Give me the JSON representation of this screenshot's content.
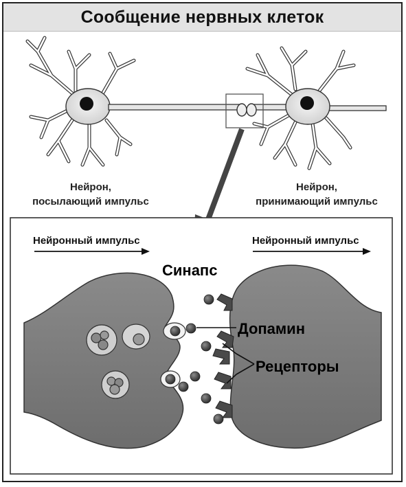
{
  "title": "Сообщение нервных клеток",
  "labels": {
    "sending_neuron": [
      "Нейрон,",
      "посылающий импульс"
    ],
    "receiving_neuron": [
      "Нейрон,",
      "принимающий импульс"
    ],
    "impulse_left": "Нейронный импульс",
    "impulse_right": "Нейронный импульс",
    "synapse": "Синапс",
    "dopamine": "Допамин",
    "receptors": "Рецепторы"
  }
}
